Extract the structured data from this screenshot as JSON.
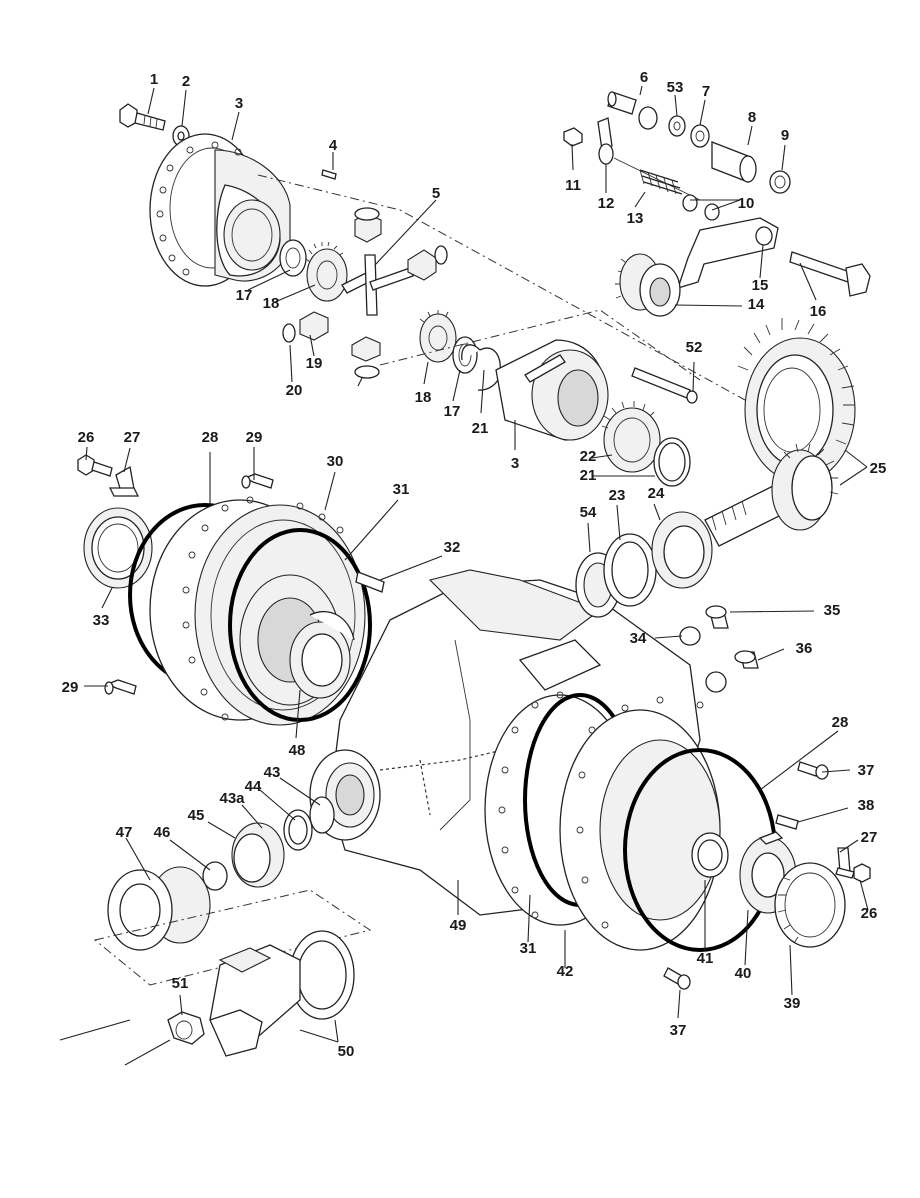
{
  "diagram": {
    "labels": [
      "1",
      "2",
      "3",
      "4",
      "5",
      "6",
      "53",
      "7",
      "8",
      "9",
      "11",
      "12",
      "13",
      "10",
      "15",
      "14",
      "16",
      "17",
      "18",
      "19",
      "20",
      "52",
      "18",
      "17",
      "21",
      "3",
      "22",
      "21",
      "25",
      "26",
      "27",
      "28",
      "29",
      "30",
      "31",
      "32",
      "33",
      "29",
      "23",
      "24",
      "54",
      "35",
      "34",
      "36",
      "48",
      "28",
      "43",
      "44",
      "43a",
      "45",
      "37",
      "38",
      "47",
      "46",
      "27",
      "26",
      "49",
      "31",
      "42",
      "41",
      "40",
      "39",
      "37",
      "51",
      "50"
    ]
  }
}
